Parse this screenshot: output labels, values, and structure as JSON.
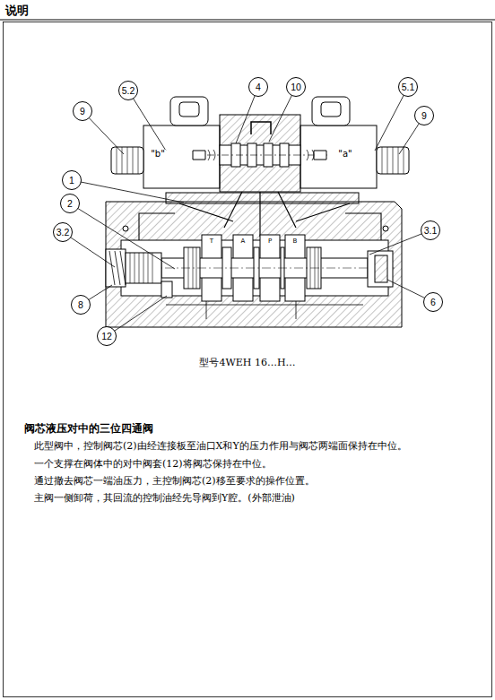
{
  "diagram": {
    "title": "说明",
    "caption": "型号4WEH 16…H…",
    "nodes": [
      {
        "text": [
          "5.2"
        ]
      },
      {
        "text": [
          "4"
        ]
      },
      {
        "text": [
          "10"
        ]
      },
      {
        "text": [
          "5.1"
        ]
      },
      {
        "text": [
          "9"
        ]
      },
      {
        "text": [
          "9"
        ]
      },
      {
        "text": [
          "1"
        ]
      },
      {
        "text": [
          "2"
        ]
      },
      {
        "text": [
          "3.2"
        ]
      },
      {
        "text": [
          "3.1"
        ]
      },
      {
        "text": [
          "8"
        ]
      },
      {
        "text": [
          "6"
        ]
      },
      {
        "text": [
          "12"
        ]
      }
    ],
    "labels": [
      "\"b\"",
      "\"a\"",
      "T",
      "A",
      "P",
      "B",
      "阀芯液压对中的三位四通阀",
      "此型阀中，控制阀芯(2)由经连接板至油口X和Y的压力作用与阀芯两端面保持在中位。",
      "一个支撑在阀体中的对中阀套(12)将阀芯保持在中位。",
      "通过撤去阀芯一端油压力，主控制阀芯(2)移至要求的操作位置。",
      "主阀一侧卸荷，其回流的控制油经先导阀到Y腔。(外部泄油)"
    ]
  }
}
